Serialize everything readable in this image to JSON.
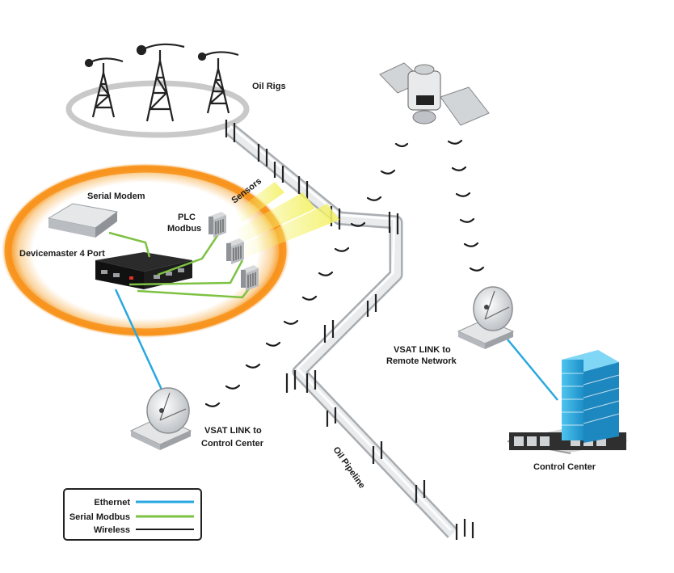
{
  "labels": {
    "oil_rigs": "Oil Rigs",
    "sensors": "Sensors",
    "serial_modem": "Serial Modem",
    "plc_line1": "PLC",
    "plc_line2": "Modbus",
    "devicemaster": "Devicemaster 4 Port",
    "vsat_remote_line1": "VSAT LINK to",
    "vsat_remote_line2": "Remote Network",
    "vsat_control_line1": "VSAT LINK to",
    "vsat_control_line2": "Control Center",
    "oil_pipeline": "Oil Pipeline",
    "control_center": "Control Center"
  },
  "legend": {
    "items": [
      {
        "label": "Ethernet",
        "color": "#29a8e0"
      },
      {
        "label": "Serial Modbus",
        "color": "#7dc242"
      },
      {
        "label": "Wireless",
        "color": "#1a1a1a"
      }
    ]
  },
  "colors": {
    "ethernet": "#29a8e0",
    "serial": "#7dc242",
    "wireless": "#1a1a1a",
    "halo": "#f7941d",
    "sensor_glow": "#f4f26a",
    "pipe": "#e6e8ea"
  },
  "icons": [
    "oil-rig-icon",
    "satellite-icon",
    "satellite-dish-icon",
    "serial-modem-icon",
    "device-server-icon",
    "plc-module-icon",
    "building-icon"
  ]
}
